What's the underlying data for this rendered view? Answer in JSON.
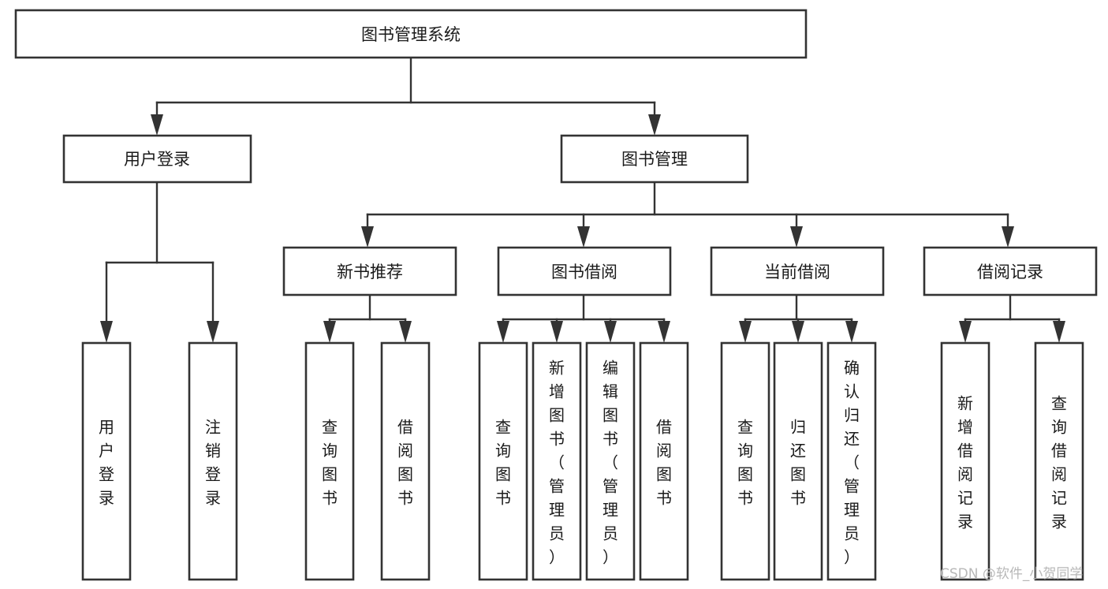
{
  "diagram": {
    "type": "tree-hierarchy",
    "title": "图书管理系统",
    "root": {
      "id": "root",
      "label": "图书管理系统"
    },
    "level1": [
      {
        "id": "user-login",
        "label": "用户登录"
      },
      {
        "id": "book-manage",
        "label": "图书管理"
      }
    ],
    "level2": [
      {
        "id": "new-book-recommend",
        "label": "新书推荐",
        "parent": "book-manage"
      },
      {
        "id": "book-borrow",
        "label": "图书借阅",
        "parent": "book-manage"
      },
      {
        "id": "current-borrow",
        "label": "当前借阅",
        "parent": "book-manage"
      },
      {
        "id": "borrow-record",
        "label": "借阅记录",
        "parent": "book-manage"
      }
    ],
    "leaves": [
      {
        "id": "leaf-user-login",
        "label": "用户登录",
        "parent": "user-login"
      },
      {
        "id": "leaf-logout-login",
        "label": "注销登录",
        "parent": "user-login"
      },
      {
        "id": "leaf-query-book-1",
        "label": "查询图书",
        "parent": "new-book-recommend"
      },
      {
        "id": "leaf-borrow-book-1",
        "label": "借阅图书",
        "parent": "new-book-recommend"
      },
      {
        "id": "leaf-query-book-2",
        "label": "查询图书",
        "parent": "book-borrow"
      },
      {
        "id": "leaf-add-book",
        "label": "新增图书（管理员）",
        "parent": "book-borrow"
      },
      {
        "id": "leaf-edit-book",
        "label": "编辑图书（管理员）",
        "parent": "book-borrow"
      },
      {
        "id": "leaf-borrow-book-2",
        "label": "借阅图书",
        "parent": "book-borrow"
      },
      {
        "id": "leaf-query-book-3",
        "label": "查询图书",
        "parent": "current-borrow"
      },
      {
        "id": "leaf-return-book",
        "label": "归还图书",
        "parent": "current-borrow"
      },
      {
        "id": "leaf-confirm-return",
        "label": "确认归还（管理员）",
        "parent": "current-borrow"
      },
      {
        "id": "leaf-add-record",
        "label": "新增借阅记录",
        "parent": "borrow-record"
      },
      {
        "id": "leaf-query-record",
        "label": "查询借阅记录",
        "parent": "borrow-record"
      }
    ],
    "colors": {
      "box_border": "#333333",
      "box_fill": "#ffffff",
      "connector": "#333333",
      "text": "#1a1a1a",
      "watermark": "#b8b8b8",
      "background": "#ffffff"
    }
  },
  "watermark": {
    "label": "CSDN @软件_小贺同学"
  }
}
